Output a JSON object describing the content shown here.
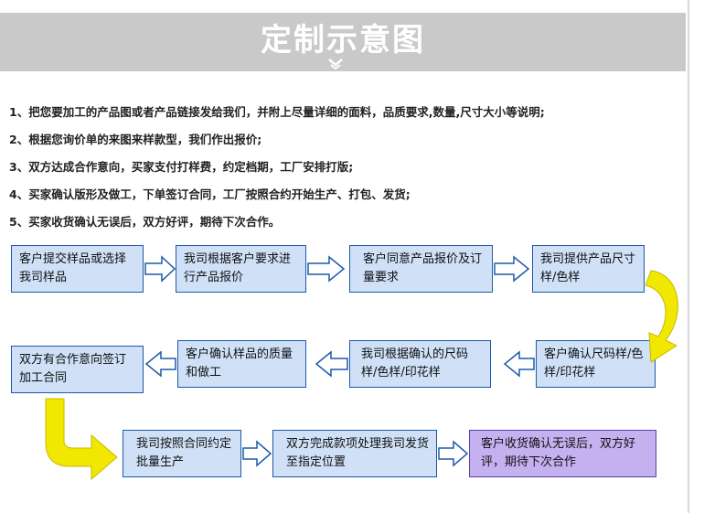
{
  "header": {
    "title": "定制示意图"
  },
  "steps": [
    "1、把您要加工的产品图或者产品链接发给我们，并附上尽量详细的面料，品质要求,数量,尺寸大小等说明;",
    "2、根据您询价单的来图来样款型，我们作出报价;",
    "3、双方达成合作意向，买家支付打样费，约定档期，工厂安排打版;",
    "4、买家确认版形及做工，下单签订合同，工厂按照合约开始生产、打包、发货;",
    "5、买家收货确认无误后，双方好评，期待下次合作。"
  ],
  "flow": {
    "b1": "客户提交样品或选择我司样品",
    "b2": "我司根据客户要求进行产品报价",
    "b3": "客户同意产品报价及订量要求",
    "b4": "我司提供产品尺寸样/色样",
    "b5": "客户确认尺码样/色样/印花样",
    "b6": "我司根据确认的尺码样/色样/印花样",
    "b7": "客户确认样品的质量和做工",
    "b8": "双方有合作意向签订加工合同",
    "b9": "我司按照合同约定批量生产",
    "b10": "双方完成款项处理我司发货至指定位置",
    "b11": "客户收货确认无误后，双方好评，期待下次合作"
  },
  "colors": {
    "box_fill": "#cfe0f7",
    "box_border": "#1e5aa8",
    "final_box_fill": "#c5b0f0",
    "curve_arrow": "#f0e800",
    "header_bg": "#c9c9c9"
  }
}
